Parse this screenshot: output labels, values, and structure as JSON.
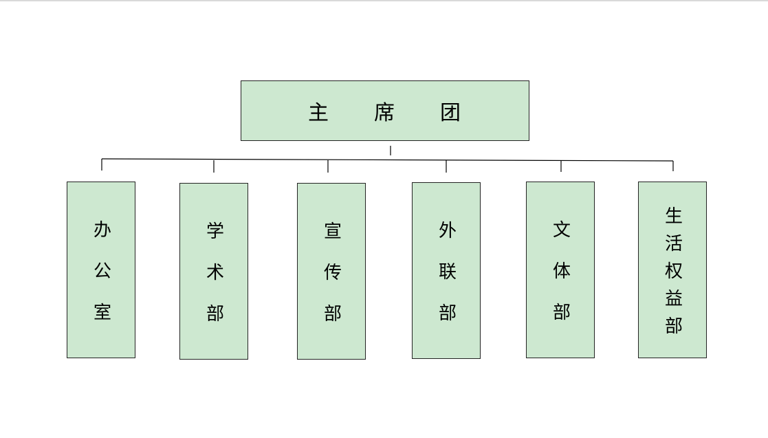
{
  "root": {
    "label": "主　　席　　团"
  },
  "departments": [
    {
      "label": "办公室"
    },
    {
      "label": "学术部"
    },
    {
      "label": "宣传部"
    },
    {
      "label": "外联部"
    },
    {
      "label": "文体部"
    },
    {
      "label": "生活权益部"
    }
  ],
  "colors": {
    "box_fill": "#cde8d0",
    "box_border": "#222222",
    "connector": "#000000"
  }
}
